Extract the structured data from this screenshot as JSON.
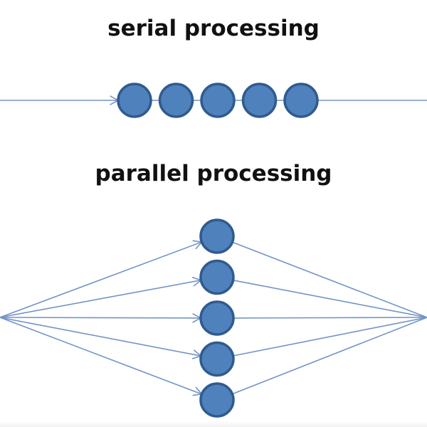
{
  "diagram": {
    "serial": {
      "title": "serial processing",
      "node_count": 5,
      "input_arrow": true,
      "output_line": true
    },
    "parallel": {
      "title": "parallel processing",
      "node_count": 5,
      "inputs_converge_from": "left",
      "outputs_converge_to": "right"
    },
    "colors": {
      "node_fill": "#4f81bd",
      "node_stroke": "#2f5b8e",
      "line": "#7394c6",
      "text": "#111111",
      "background": "#ffffff"
    }
  }
}
